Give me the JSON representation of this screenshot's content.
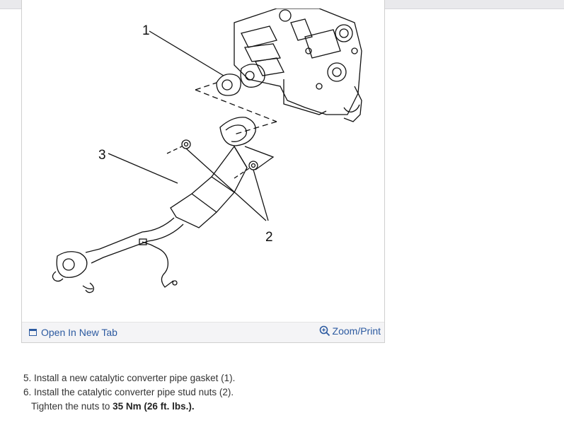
{
  "figure": {
    "callouts": {
      "one": "1",
      "two": "2",
      "three": "3"
    },
    "open_link": "Open In New Tab",
    "zoom_link": "Zoom/Print",
    "icons": {
      "open": "open-new-tab-icon",
      "zoom": "zoom-magnifier-icon"
    }
  },
  "steps": {
    "step5": "5. Install a new catalytic converter pipe gasket (1).",
    "step6": "6. Install the catalytic converter pipe stud nuts (2).",
    "tighten_prefix": "Tighten the nuts to ",
    "torque": "35 Nm (26 ft. lbs.).",
    "tighten_suffix": ""
  },
  "colors": {
    "link": "#2c5aa0",
    "bar": "#f4f4f6"
  }
}
